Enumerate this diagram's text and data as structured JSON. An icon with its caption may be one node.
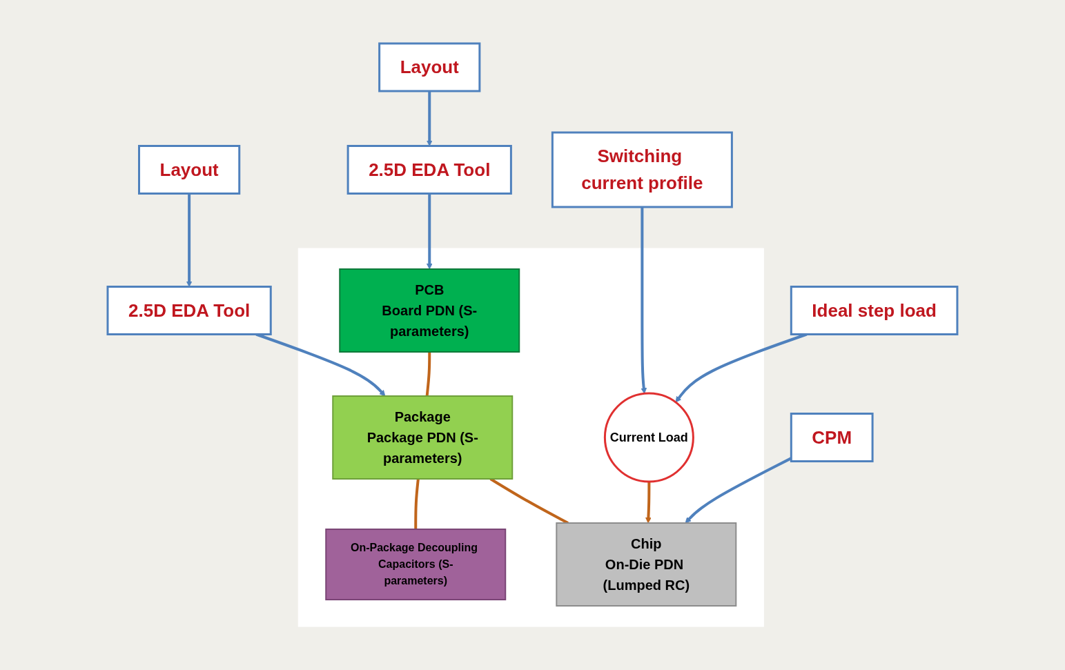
{
  "diagram": {
    "nodes": [
      {
        "text": [
          "Layout"
        ]
      },
      {
        "text": [
          "Layout"
        ]
      },
      {
        "text": [
          "2.5D EDA Tool"
        ]
      },
      {
        "text": [
          "2.5D EDA Tool"
        ]
      },
      {
        "text": [
          "CPM"
        ]
      },
      {
        "text": [],
        "shape": "box"
      },
      {
        "text": [
          "PCB",
          "Board PDN (S-parameters)"
        ],
        "in": 5
      },
      {
        "text": [
          "Package",
          "Package PDN (S-parameters)"
        ],
        "in": 5
      },
      {
        "text": [
          "Chip",
          "On-Die PDN (Lumped RC)"
        ],
        "in": 5
      },
      {
        "text": [
          "On-Package Decoupling Capacitors (S-parameters)"
        ],
        "in": 5
      },
      {
        "text": [
          "Current Load"
        ],
        "in": 5
      },
      {
        "text": [
          "Switching current profile"
        ]
      },
      {
        "text": [
          "Ideal step load"
        ]
      }
    ],
    "edges": [
      {
        "from": 0,
        "to": 2,
        "arrow": "to"
      },
      {
        "from": 1,
        "to": 3,
        "arrow": "to"
      },
      {
        "from": 2,
        "to": 6,
        "arrow": "to"
      },
      {
        "from": 3,
        "to": 7,
        "arrow": "to"
      },
      {
        "from": 4,
        "to": 8,
        "arrow": "to"
      },
      {
        "from": 6,
        "to": 7,
        "arrow": "none",
        "color": "#c0651b"
      },
      {
        "from": 7,
        "to": 8,
        "arrow": "none",
        "color": "#c0651b"
      },
      {
        "from": 7,
        "to": 9,
        "arrow": "none",
        "color": "#c0651b"
      },
      {
        "from": 10,
        "to": 8,
        "arrow": "to",
        "color": "#c0651b"
      },
      {
        "from": 11,
        "to": 10,
        "arrow": "to"
      },
      {
        "from": 12,
        "to": 10,
        "arrow": "to"
      }
    ]
  }
}
